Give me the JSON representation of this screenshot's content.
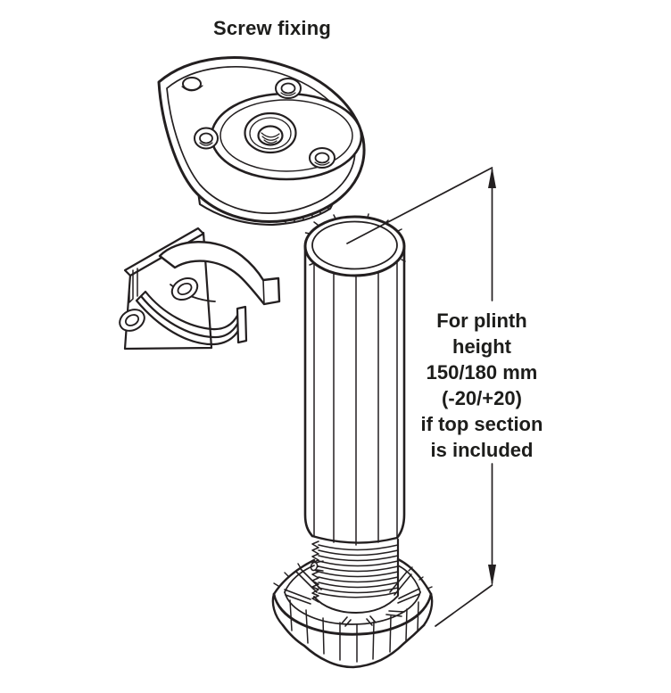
{
  "title": "Screw fixing",
  "annotation": {
    "lines": [
      "For plinth",
      "height",
      "150/180 mm",
      "(-20/+20)",
      "if top section",
      "is included"
    ]
  },
  "colors": {
    "ink": "#231f20",
    "background": "#ffffff"
  },
  "diagram": {
    "icons": [
      "mounting-plate-icon",
      "wall-clip-icon",
      "leg-tube-icon",
      "thread-spindle-icon",
      "adjustable-foot-icon",
      "height-dimension-arrow-icon"
    ]
  }
}
